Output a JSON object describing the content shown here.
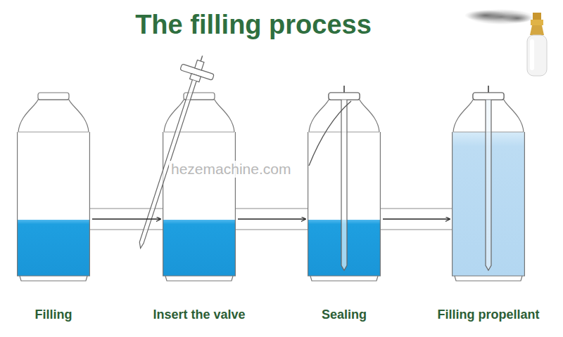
{
  "diagram": {
    "title": "The filling process",
    "nodes": [
      {
        "text": [
          "Filling"
        ]
      },
      {
        "text": [
          "Insert the valve"
        ]
      },
      {
        "text": [
          "Sealing"
        ]
      },
      {
        "text": [
          "Filling propellant"
        ]
      }
    ],
    "edges": [
      {
        "from": 0,
        "to": 1,
        "arrow": "to"
      },
      {
        "from": 1,
        "to": 2,
        "arrow": "to"
      },
      {
        "from": 2,
        "to": 3,
        "arrow": "to"
      }
    ],
    "labels": [
      "hezemachine.com"
    ]
  }
}
